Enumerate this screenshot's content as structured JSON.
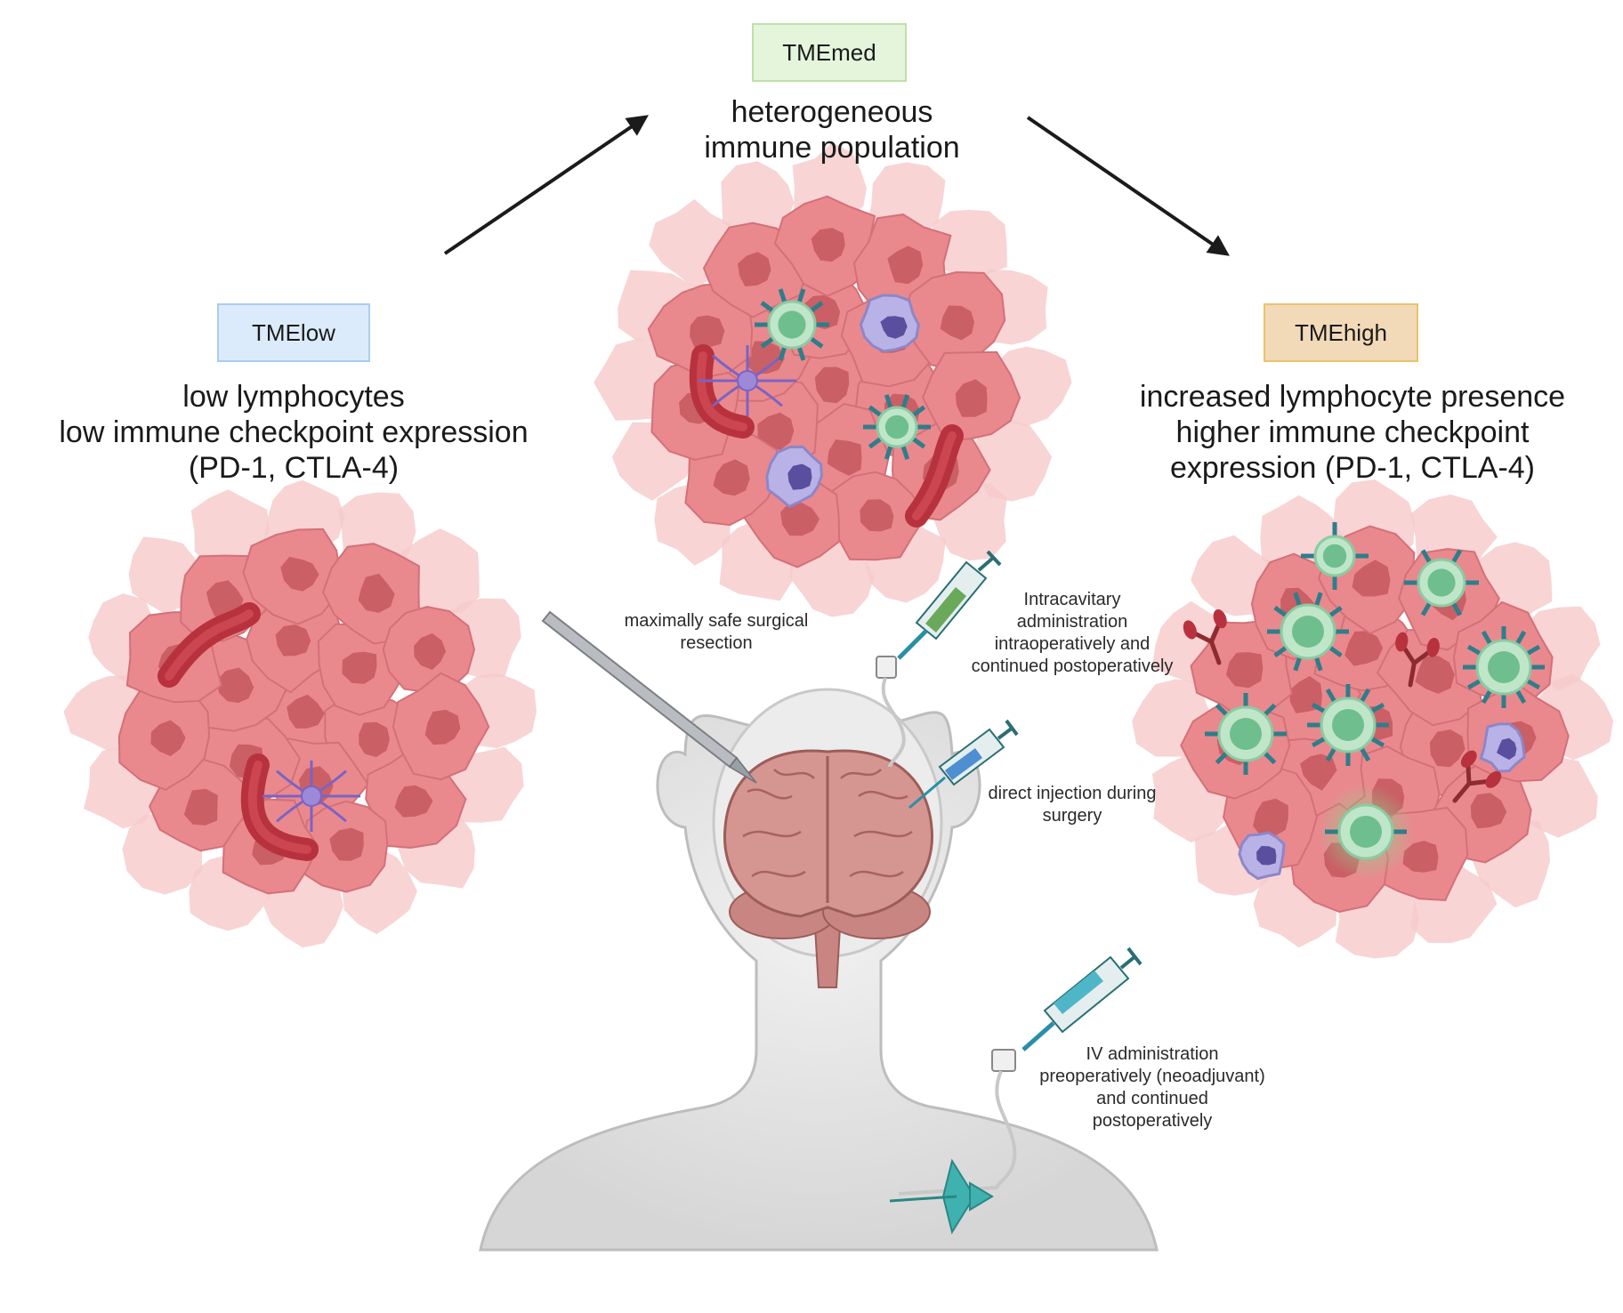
{
  "colors": {
    "low_box_fill": "#dcebfb",
    "low_box_border": "#a9cdf0",
    "med_box_fill": "#e5f5dc",
    "med_box_border": "#bfe0aa",
    "high_box_fill": "#f2d9b8",
    "high_box_border": "#e9c46a",
    "tumor_cell": "#e9898e",
    "tumor_halo": "#f6c9cb",
    "tumor_nucleus": "#c4585e",
    "vessel": "#b8323d",
    "lymphocyte": "#6fbf8e",
    "myeloid": "#8e86c8",
    "astrocyte": "#7a63c4",
    "syringe": "#2a8fa6",
    "head": "#e3e3e3",
    "brain": "#d59591",
    "arrow": "#1b1b1b"
  },
  "panels": {
    "low": {
      "tag": "TMElow",
      "lines": [
        "low lymphocytes",
        "low immune checkpoint expression",
        "(PD-1, CTLA-4)"
      ]
    },
    "med": {
      "tag": "TMEmed",
      "lines": [
        "heterogeneous",
        "immune population"
      ]
    },
    "high": {
      "tag": "TMEhigh",
      "lines": [
        "increased lymphocyte presence",
        "higher immune checkpoint",
        "expression (PD-1, CTLA-4)"
      ]
    }
  },
  "procedures": {
    "resection": [
      "maximally safe surgical",
      "resection"
    ],
    "intracavitary": [
      "Intracavitary",
      "administration",
      "intraoperatively and",
      "continued postoperatively"
    ],
    "direct": [
      "direct injection during",
      "surgery"
    ],
    "iv": [
      "IV administration",
      "preoperatively (neoadjuvant)",
      "and continued",
      "postoperatively"
    ]
  },
  "icons": [
    "scalpel-icon",
    "syringe-icon",
    "butterfly-needle-icon",
    "brain-icon",
    "head-silhouette-icon",
    "tumor-cluster-icon",
    "blood-vessel-icon",
    "lymphocyte-icon",
    "macrophage-icon",
    "astrocyte-icon",
    "antibody-icon"
  ]
}
